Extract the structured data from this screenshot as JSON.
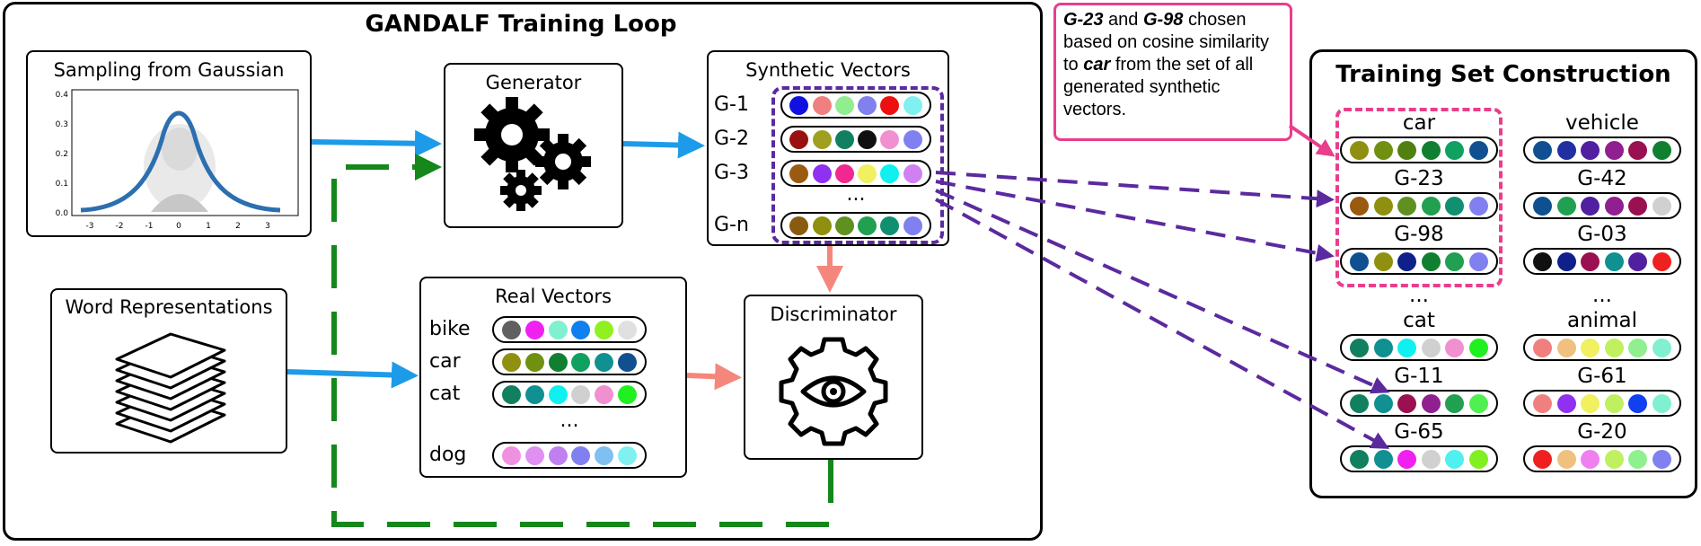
{
  "training_loop": {
    "title": "GANDALF Training Loop",
    "gaussian_title": "Sampling from Gaussian",
    "gaussian_yticks": [
      "0.4",
      "0.3",
      "0.2",
      "0.1",
      "0.0"
    ],
    "gaussian_xticks": [
      "-3",
      "-2",
      "-1",
      "0",
      "1",
      "2",
      "3"
    ],
    "word_title": "Word Representations",
    "generator_title": "Generator",
    "discriminator_title": "Discriminator",
    "synthetic_title": "Synthetic Vectors",
    "synthetic_rows": [
      {
        "label": "G-1",
        "colors": [
          "#1010e0",
          "#f08080",
          "#90ee90",
          "#8080ee",
          "#ee1010",
          "#80f0f0"
        ]
      },
      {
        "label": "G-2",
        "colors": [
          "#9a1010",
          "#a0a020",
          "#108060",
          "#101010",
          "#f090d0",
          "#8080f0"
        ]
      },
      {
        "label": "G-3",
        "colors": [
          "#9a5a10",
          "#9030f0",
          "#f02890",
          "#f0f060",
          "#10f0f0",
          "#d080f0"
        ]
      },
      {
        "label": "G-n",
        "colors": [
          "#8a5a10",
          "#909010",
          "#609020",
          "#20a050",
          "#109070",
          "#8080f0"
        ]
      }
    ],
    "synthetic_ellipsis": "...",
    "real_title": "Real Vectors",
    "real_rows": [
      {
        "label": "bike",
        "colors": [
          "#606060",
          "#f020f0",
          "#80f0d0",
          "#1080f0",
          "#90f020",
          "#e0e0e0"
        ]
      },
      {
        "label": "car",
        "colors": [
          "#909010",
          "#709010",
          "#108030",
          "#10a060",
          "#109090",
          "#105090"
        ]
      },
      {
        "label": "cat",
        "colors": [
          "#108060",
          "#109090",
          "#10f0f0",
          "#d0d0d0",
          "#f090d0",
          "#20f020"
        ]
      },
      {
        "label": "dog",
        "colors": [
          "#f090e0",
          "#e090f0",
          "#c080f0",
          "#8080f0",
          "#80c0f0",
          "#80f0f0"
        ]
      }
    ],
    "real_ellipsis": "..."
  },
  "note": {
    "g23": "G-23",
    "and": " and ",
    "g98": "G-98",
    "t1": " chosen based on cosine similarity to ",
    "car": "car",
    "t2": " from the set of all generated synthetic vectors."
  },
  "training_set": {
    "title": "Training Set Construction",
    "ellipsis": "...",
    "left": [
      {
        "label": "car",
        "colors": [
          "#909010",
          "#709010",
          "#508010",
          "#108030",
          "#10a060",
          "#105090"
        ]
      },
      {
        "label": "G-23",
        "colors": [
          "#9a5a10",
          "#909010",
          "#609020",
          "#20a050",
          "#109070",
          "#8080f0"
        ]
      },
      {
        "label": "G-98",
        "colors": [
          "#105090",
          "#909010",
          "#10208a",
          "#108030",
          "#20a050",
          "#8080f0"
        ]
      },
      {
        "label": "cat",
        "colors": [
          "#108060",
          "#109090",
          "#10f0f0",
          "#d0d0d0",
          "#f090d0",
          "#20f020"
        ]
      },
      {
        "label": "G-11",
        "colors": [
          "#108060",
          "#109090",
          "#9a1050",
          "#902090",
          "#20a050",
          "#50f050"
        ]
      },
      {
        "label": "G-65",
        "colors": [
          "#108060",
          "#109090",
          "#f020f0",
          "#d0d0d0",
          "#50f0f0",
          "#80f020"
        ]
      }
    ],
    "right": [
      {
        "label": "vehicle",
        "colors": [
          "#105090",
          "#2030a0",
          "#5020a0",
          "#902090",
          "#9a1050",
          "#108030"
        ]
      },
      {
        "label": "G-42",
        "colors": [
          "#105090",
          "#20a050",
          "#5020a0",
          "#902090",
          "#9a1050",
          "#d0d0d0"
        ]
      },
      {
        "label": "G-03",
        "colors": [
          "#101010",
          "#10208a",
          "#9a1050",
          "#109090",
          "#5020a0",
          "#f02020"
        ]
      },
      {
        "label": "animal",
        "colors": [
          "#f08080",
          "#f0c080",
          "#f0f060",
          "#c0f060",
          "#90f090",
          "#80f0d0"
        ]
      },
      {
        "label": "G-61",
        "colors": [
          "#f08080",
          "#9030f0",
          "#f0f060",
          "#c0f060",
          "#1040f0",
          "#80f0d0"
        ]
      },
      {
        "label": "G-20",
        "colors": [
          "#f02020",
          "#f0c080",
          "#f080f0",
          "#c0f060",
          "#90f090",
          "#8080f0"
        ]
      }
    ]
  }
}
